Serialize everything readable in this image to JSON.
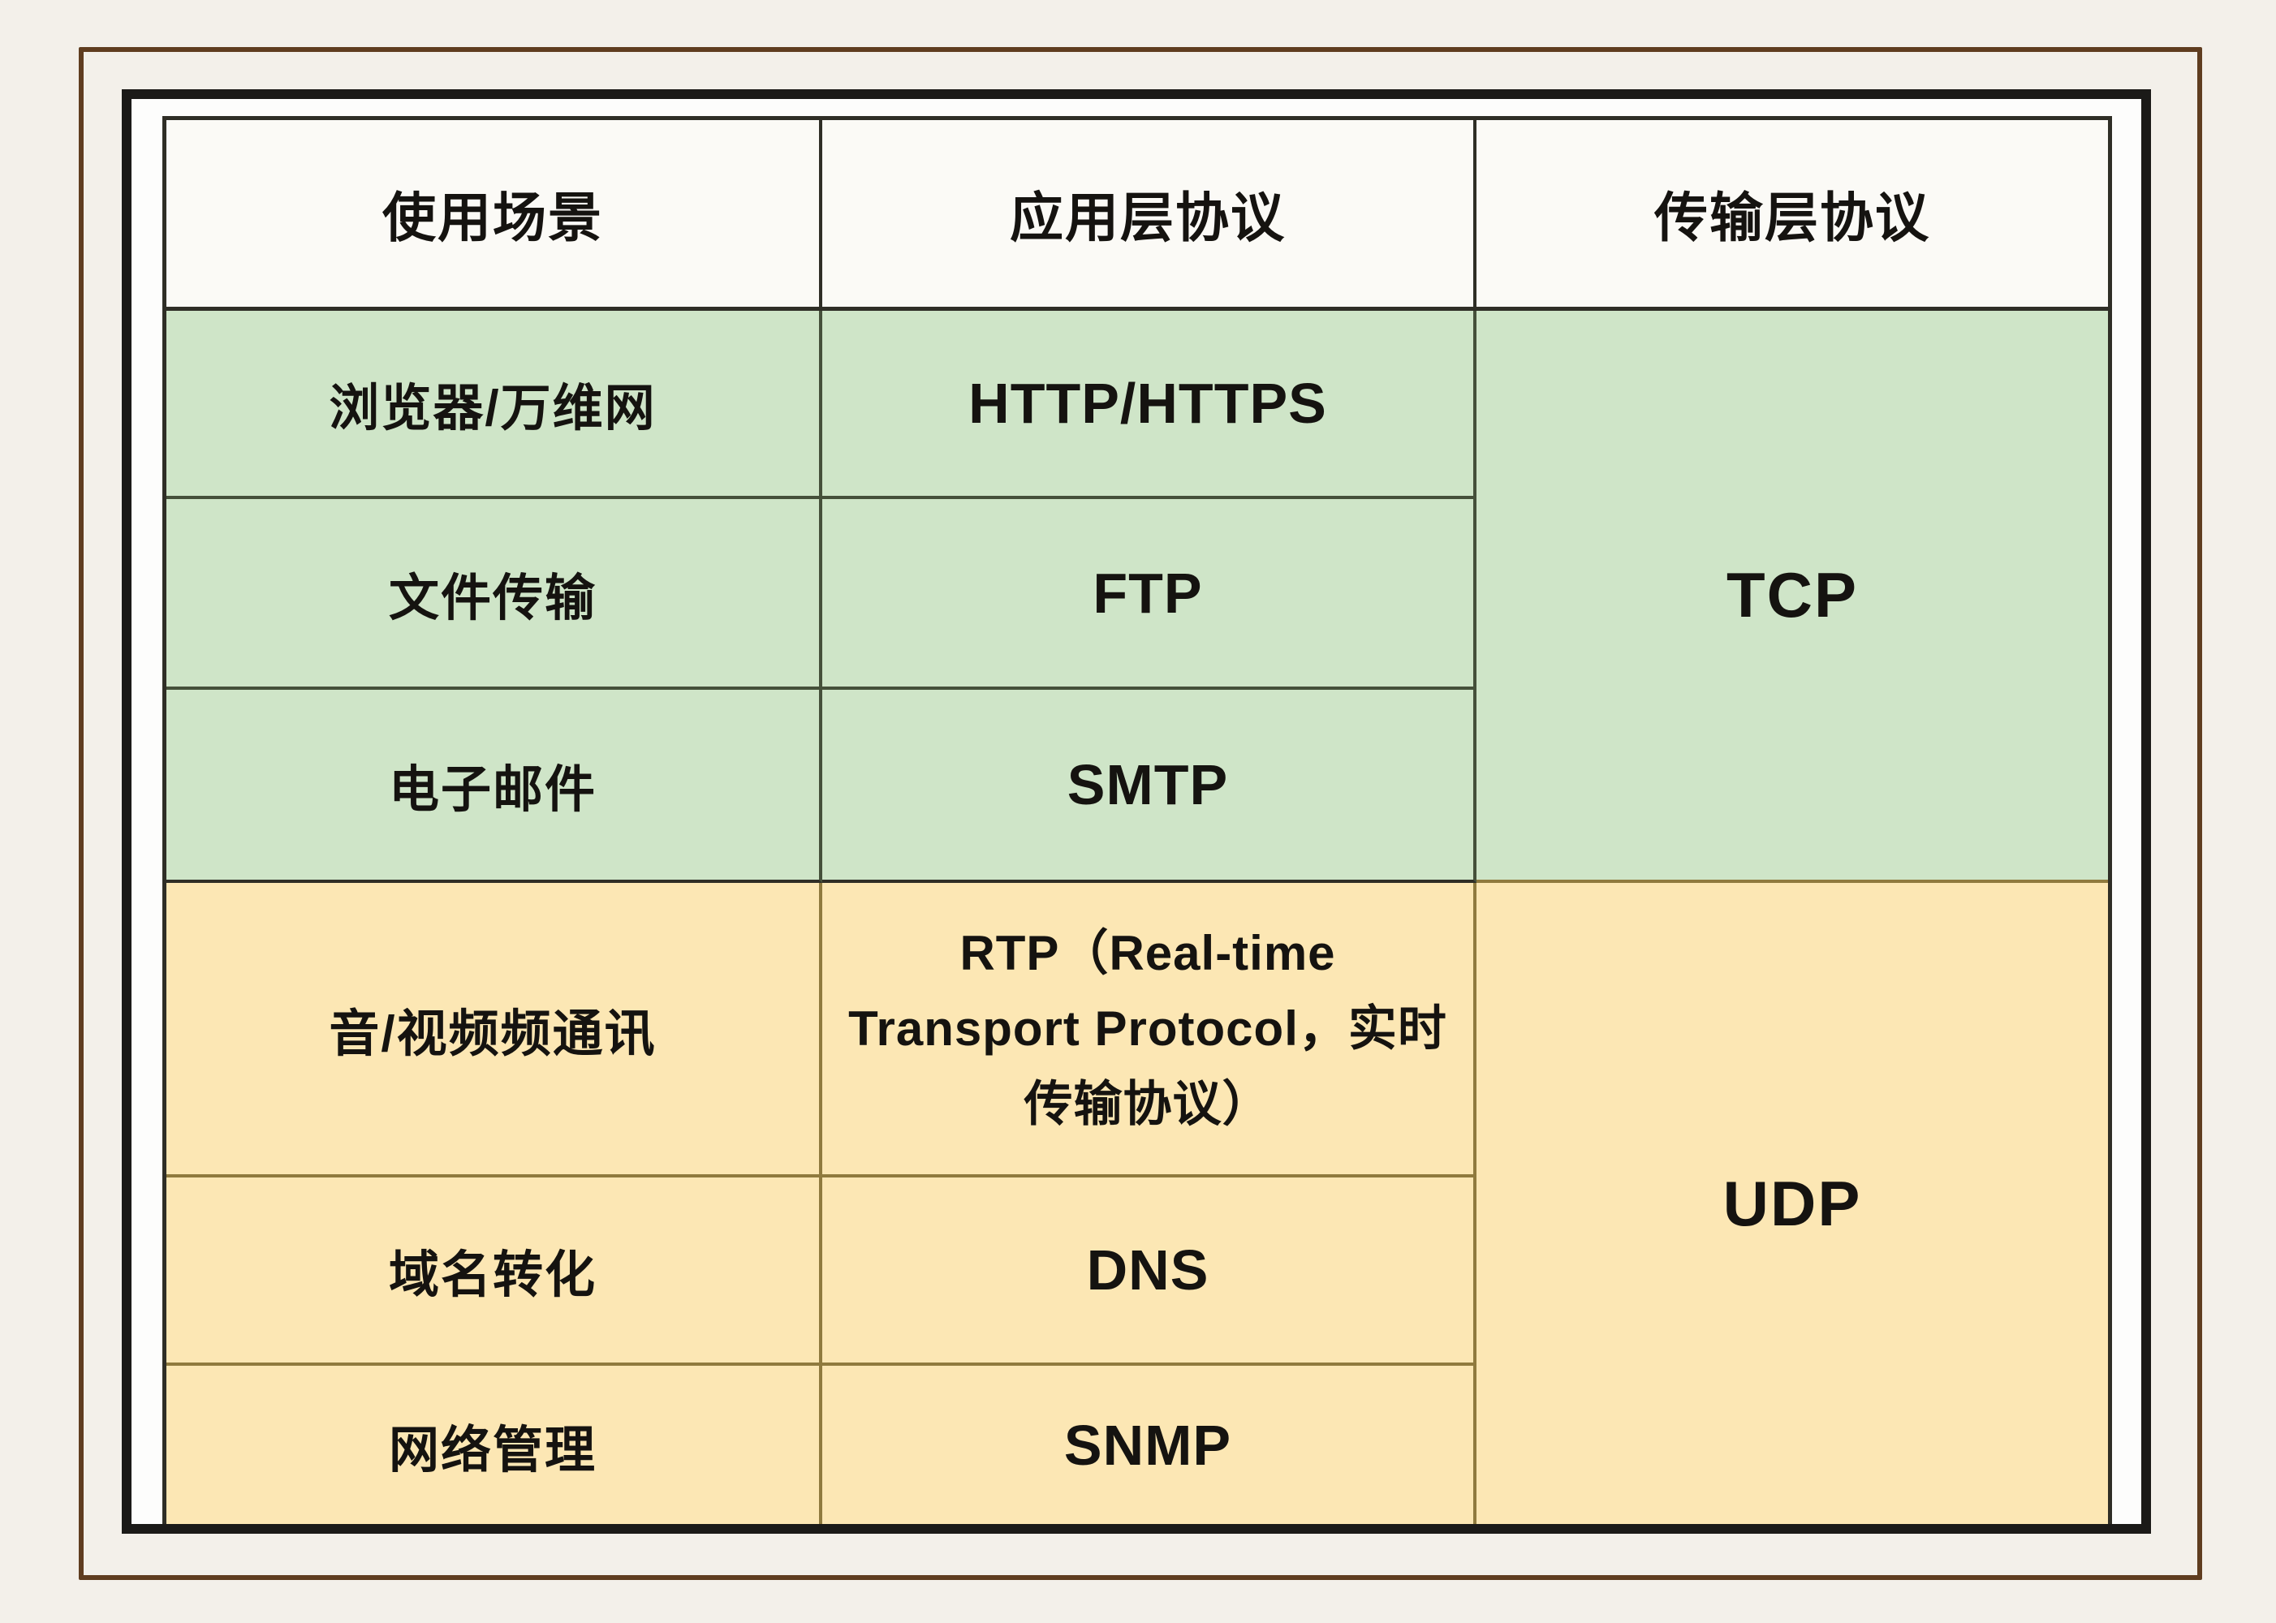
{
  "table": {
    "headers": [
      "使用场景",
      "应用层协议",
      "传输层协议"
    ],
    "rows": [
      {
        "scene": "浏览器/万维网",
        "protocol": "HTTP/HTTPS"
      },
      {
        "scene": "文件传输",
        "protocol": "FTP"
      },
      {
        "scene": "电子邮件",
        "protocol": "SMTP"
      },
      {
        "scene": "音/视频频通讯",
        "protocol": "RTP（Real-time\nTransport Protocol，实时\n传输协议）"
      },
      {
        "scene": "域名转化",
        "protocol": "DNS"
      },
      {
        "scene": "网络管理",
        "protocol": "SNMP"
      }
    ],
    "transport_groups": [
      {
        "label": "TCP",
        "covers_rows": [
          1,
          2,
          3
        ]
      },
      {
        "label": "UDP",
        "covers_rows": [
          4,
          5,
          6
        ]
      }
    ]
  },
  "chart_data": {
    "type": "table",
    "columns": [
      "使用场景",
      "应用层协议",
      "传输层协议"
    ],
    "rows": [
      [
        "浏览器/万维网",
        "HTTP/HTTPS",
        "TCP"
      ],
      [
        "文件传输",
        "FTP",
        "TCP"
      ],
      [
        "电子邮件",
        "SMTP",
        "TCP"
      ],
      [
        "音/视频频通讯",
        "RTP（Real-time Transport Protocol，实时传输协议）",
        "UDP"
      ],
      [
        "域名转化",
        "DNS",
        "UDP"
      ],
      [
        "网络管理",
        "SNMP",
        "UDP"
      ]
    ],
    "merged_cells": [
      {
        "column": "传输层协议",
        "value": "TCP",
        "row_span": [
          1,
          3
        ],
        "section_color": "green"
      },
      {
        "column": "传输层协议",
        "value": "UDP",
        "row_span": [
          4,
          6
        ],
        "section_color": "yellow"
      }
    ],
    "layout_hints": {
      "tcp_section_bg": "#cfe5c8",
      "udp_section_bg": "#fce7b4",
      "header_bg": "#fbfaf6",
      "grid": "on",
      "outer_frames": [
        "black",
        "brown"
      ]
    }
  },
  "colors": {
    "green_cell": "#cfe5c8",
    "yellow_cell": "#fce7b4",
    "header_bg": "#fbfaf6",
    "page_bg": "#f3f0ea",
    "frame_black": "#1b1a18",
    "frame_brown": "#5f3d20",
    "line_dark": "#2f2e26",
    "line_green": "#45503a",
    "line_gold": "#8f7a3e",
    "text": "#151310"
  }
}
